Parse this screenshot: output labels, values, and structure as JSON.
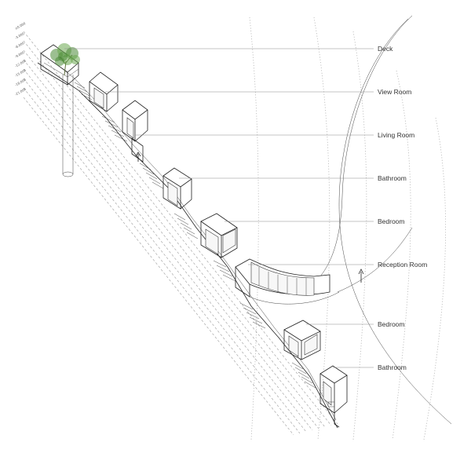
{
  "diagram": {
    "rooms": [
      {
        "id": "deck",
        "label": "Deck"
      },
      {
        "id": "view-room",
        "label": "View Room"
      },
      {
        "id": "living-room",
        "label": "Living Room"
      },
      {
        "id": "bathroom-upper",
        "label": "Bathroom"
      },
      {
        "id": "bedroom-upper",
        "label": "Bedroom"
      },
      {
        "id": "reception-room",
        "label": "Reception Room"
      },
      {
        "id": "bedroom-lower",
        "label": "Bedroom"
      },
      {
        "id": "bathroom-lower",
        "label": "Bathroom"
      }
    ],
    "levels": [
      "±0.000",
      "-3.000",
      "-6.000",
      "-9.000",
      "-12.000",
      "-15.000",
      "-18.000",
      "-21.000"
    ],
    "colors": {
      "tree": "#6aa84f",
      "tree_dark": "#4a8a36",
      "line": "#222222",
      "guide": "#9a9a9a"
    }
  }
}
